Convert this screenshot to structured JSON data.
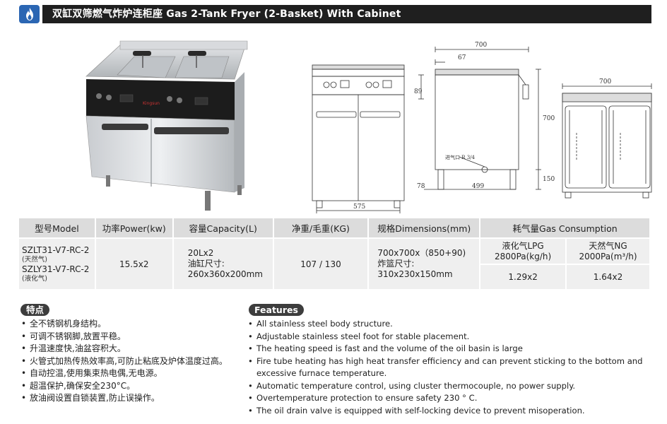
{
  "header": {
    "title": "双缸双筛燃气炸炉连柜座 Gas 2-Tank Fryer (2-Basket) With Cabinet",
    "icon": "gas-flame-icon",
    "accent_color": "#2b66b3",
    "bar_color": "#1f1f1f"
  },
  "product": {
    "logo_text": "Kingsun"
  },
  "drawings": {
    "front_width": "575",
    "side_top_width": "700",
    "side_offset": "67",
    "side_height_top": "89",
    "side_height": "700",
    "side_leg": "150",
    "side_bottom_left": "78",
    "side_bottom_right": "499",
    "gas_inlet_label": "进气口 R 3/4",
    "top_view_width": "700"
  },
  "table": {
    "headers": [
      "型号Model",
      "功率Power(kw)",
      "容量Capacity(L)",
      "净重/毛重(KG)",
      "规格Dimensions(mm)",
      "耗气量Gas Consumption"
    ],
    "model_1": "SZLT31-V7-RC-2",
    "model_1_note": "(天然气)",
    "model_2": "SZLY31-V7-RC-2",
    "model_2_note": "(液化气)",
    "power": "15.5x2",
    "capacity_line1": "20Lx2",
    "capacity_line2": "油缸尺寸:",
    "capacity_line3": "260x360x200mm",
    "weight": "107 / 130",
    "dim_line1": "700x700x（850+90)",
    "dim_line2": "炸篮尺寸:",
    "dim_line3": "310x230x150mm",
    "lpg_label1": "液化气LPG",
    "lpg_label2": "2800Pa(kg/h)",
    "ng_label1": "天然气NG",
    "ng_label2": "2000Pa(m³/h)",
    "lpg_value": "1.29x2",
    "ng_value": "1.64x2"
  },
  "features_cn": {
    "title": "特点",
    "items": [
      "全不锈钢机身结构。",
      "可调不锈钢脚,放置平稳。",
      "升温速度快,油盆容积大。",
      "火管式加热传热效率高,可防止粘底及炉体温度过高。",
      "自动控温,使用集束热电偶,无电源。",
      "超温保护,确保安全230°C。",
      "放油阀设置自锁装置,防止误操作。"
    ]
  },
  "features_en": {
    "title": "Features",
    "items": [
      "All stainless steel body structure.",
      "Adjustable stainless steel foot for stable placement.",
      "The heating speed is fast and the volume of the oil basin is large",
      "Fire tube heating has high heat transfer efficiency and can prevent sticking to the bottom and excessive furnace temperature.",
      "Automatic temperature control, using cluster thermocouple, no power supply.",
      "Overtemperature protection to ensure safety 230 ° C.",
      "The oil drain valve is equipped with self-locking device to prevent misoperation."
    ]
  }
}
